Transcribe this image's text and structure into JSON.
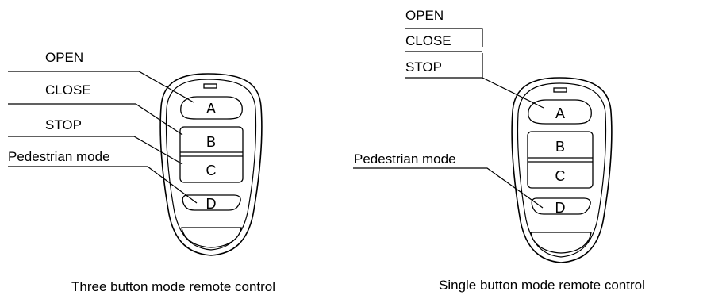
{
  "left_remote": {
    "labels": {
      "open": "OPEN",
      "close": "CLOSE",
      "stop": "STOP",
      "pedestrian": "Pedestrian mode"
    },
    "buttons": [
      "A",
      "B",
      "C",
      "D"
    ],
    "caption": "Three button mode remote control"
  },
  "right_remote": {
    "labels": {
      "open": "OPEN",
      "close": "CLOSE",
      "stop": "STOP",
      "pedestrian": "Pedestrian mode"
    },
    "buttons": [
      "A",
      "B",
      "C",
      "D"
    ],
    "caption": "Single button mode remote control"
  }
}
